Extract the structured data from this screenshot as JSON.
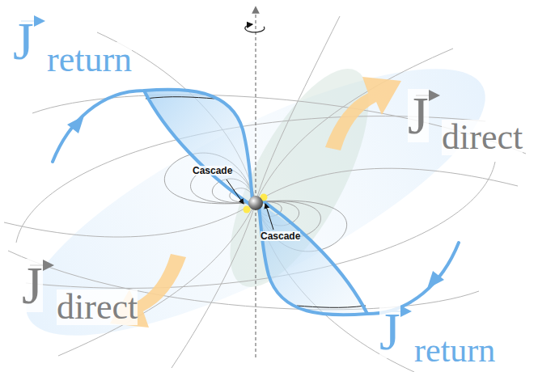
{
  "diagram": {
    "labels": [
      "J",
      "return",
      "J",
      "direct",
      "J",
      "direct",
      "J",
      "return",
      "Cascade",
      "Cascade"
    ]
  }
}
